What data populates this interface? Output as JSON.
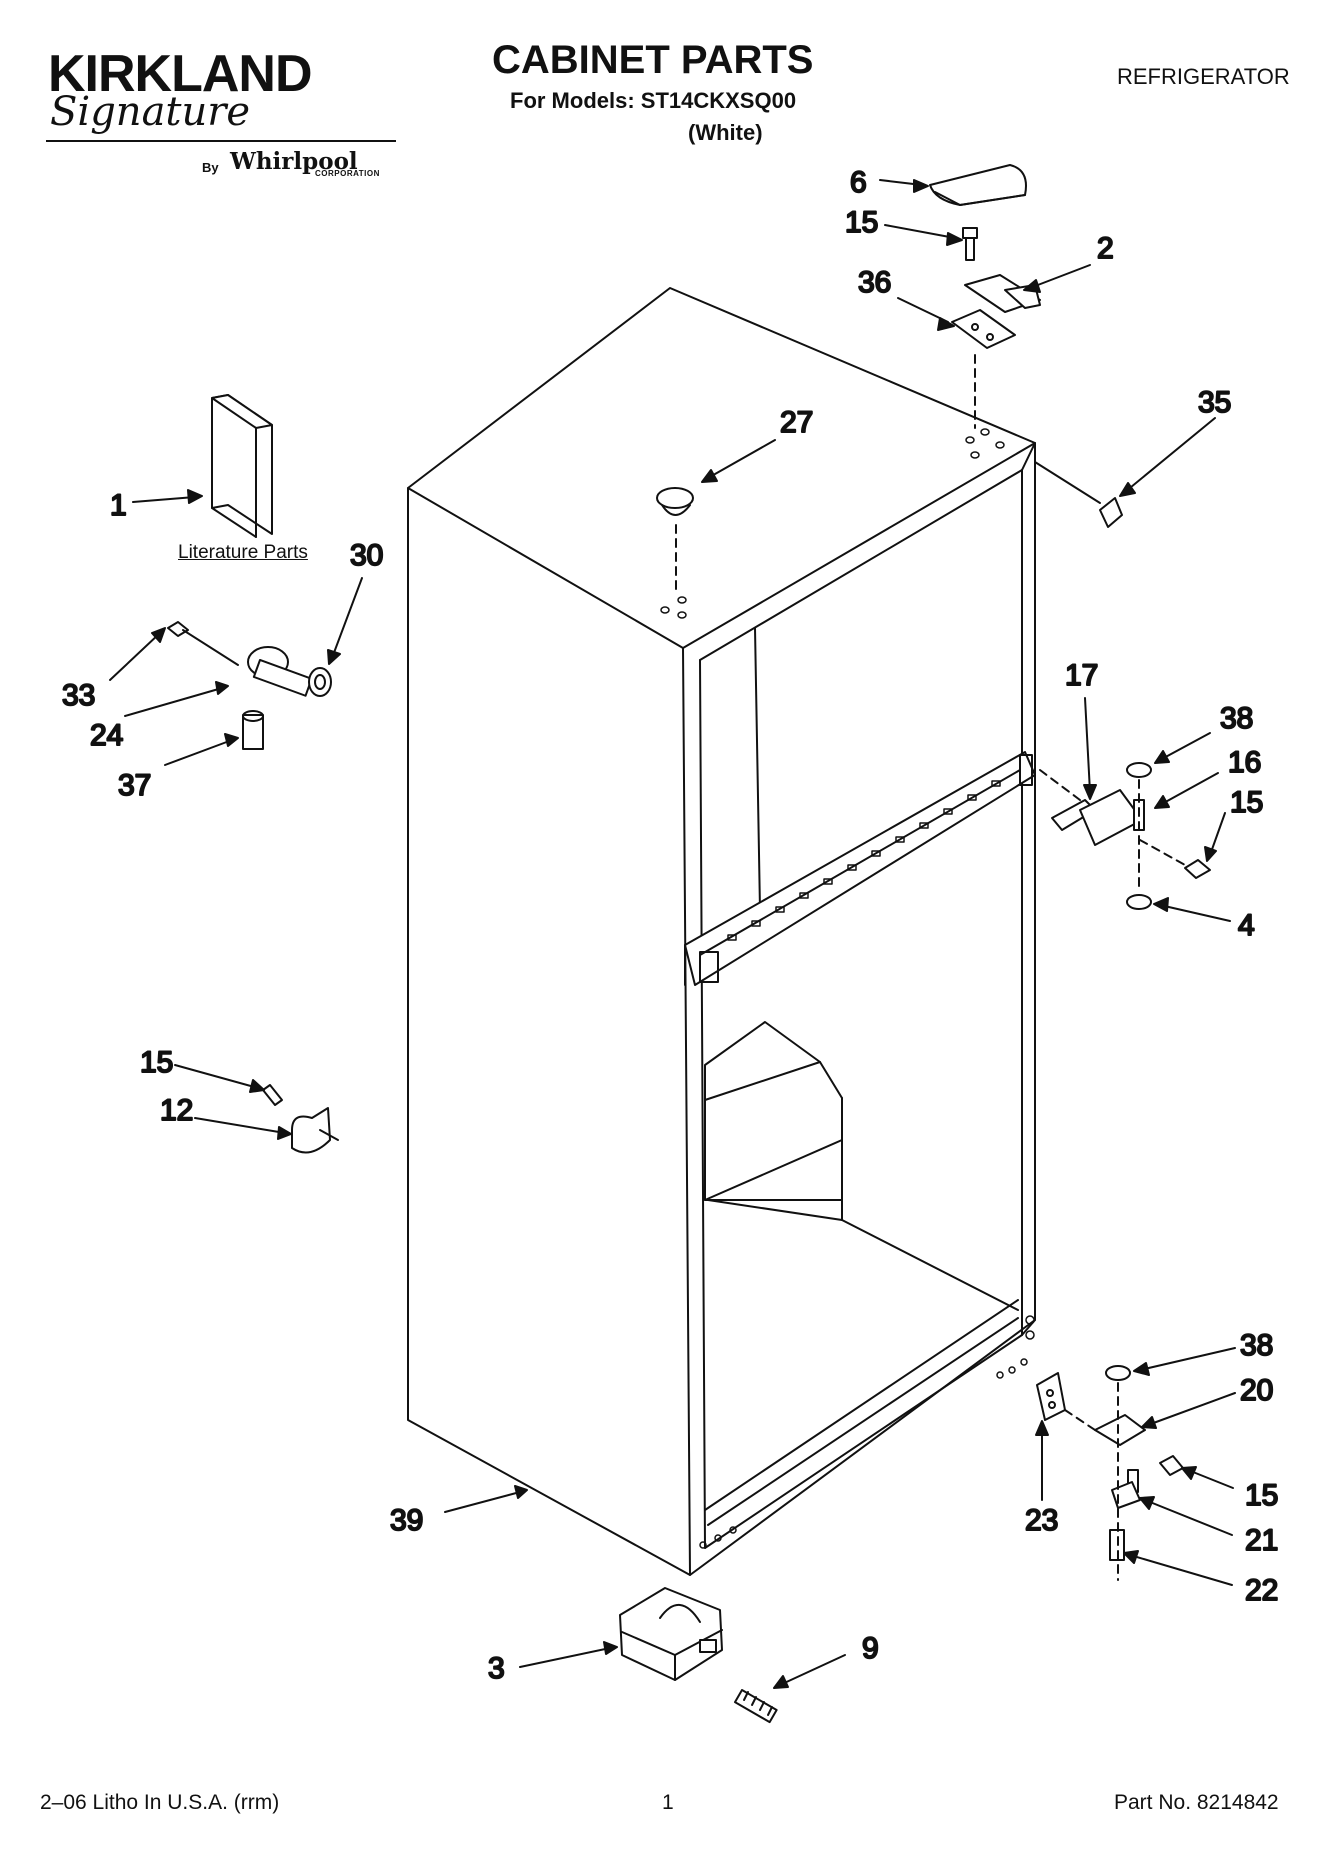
{
  "brand": {
    "name": "KIRKLAND",
    "signature": "Signature",
    "by": "By",
    "maker": "Whirlpool",
    "maker_sub": "CORPORATION"
  },
  "header": {
    "title": "CABINET PARTS",
    "subtitle": "For Models: ST14CKXSQ00",
    "variant": "(White)",
    "category": "REFRIGERATOR"
  },
  "literature_label": "Literature Parts",
  "callouts": {
    "c6": "6",
    "c15a": "15",
    "c2": "2",
    "c36": "36",
    "c35": "35",
    "c27": "27",
    "c1": "1",
    "c30": "30",
    "c33": "33",
    "c24": "24",
    "c37": "37",
    "c17": "17",
    "c38a": "38",
    "c16": "16",
    "c15b": "15",
    "c4": "4",
    "c15c": "15",
    "c12": "12",
    "c38b": "38",
    "c20": "20",
    "c15d": "15",
    "c21": "21",
    "c22": "22",
    "c23": "23",
    "c39": "39",
    "c3": "3",
    "c9": "9"
  },
  "footer": {
    "left": "2–06 Litho In U.S.A. (rrm)",
    "page": "1",
    "right": "Part No. 8214842"
  }
}
